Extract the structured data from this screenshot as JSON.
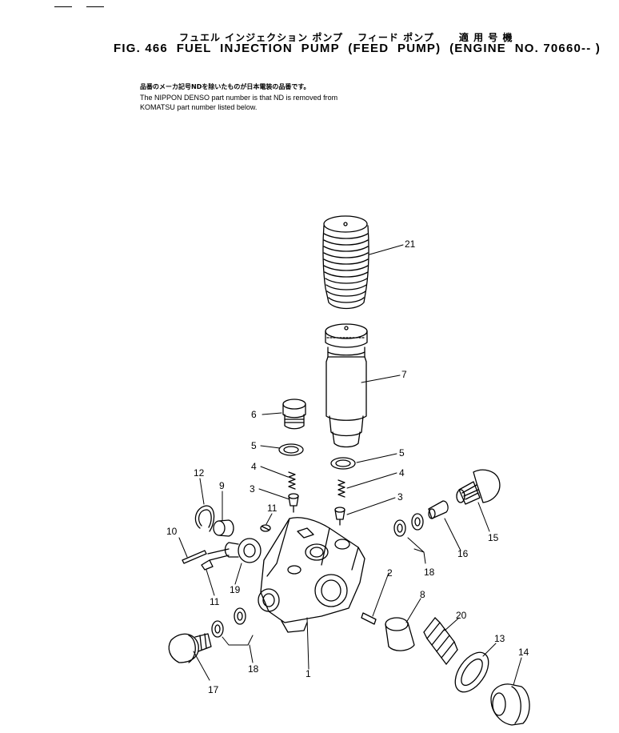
{
  "header": {
    "japanese_title": "フュエル インジェクション ポンプ　 フィード ポンプ　　 適 用 号 機",
    "figure_title": "FIG. 466  FUEL  INJECTION  PUMP  (FEED  PUMP)  (ENGINE  NO. 70660-- )"
  },
  "notes": {
    "japanese": "品番のメーカ記号NDを除いたものが日本電装の品番です。",
    "english_line1": "The NIPPON DENSO part number is that ND is removed from",
    "english_line2": "KOMATSU part number listed below."
  },
  "callouts": [
    {
      "id": "c21",
      "label": "21"
    },
    {
      "id": "c7",
      "label": "7"
    },
    {
      "id": "c6",
      "label": "6"
    },
    {
      "id": "c5a",
      "label": "5"
    },
    {
      "id": "c5b",
      "label": "5"
    },
    {
      "id": "c4a",
      "label": "4"
    },
    {
      "id": "c4b",
      "label": "4"
    },
    {
      "id": "c3a",
      "label": "3"
    },
    {
      "id": "c3b",
      "label": "3"
    },
    {
      "id": "c12",
      "label": "12"
    },
    {
      "id": "c9",
      "label": "9"
    },
    {
      "id": "c11a",
      "label": "11"
    },
    {
      "id": "c10",
      "label": "10"
    },
    {
      "id": "c11b",
      "label": "11"
    },
    {
      "id": "c19",
      "label": "19"
    },
    {
      "id": "c15",
      "label": "15"
    },
    {
      "id": "c16",
      "label": "16"
    },
    {
      "id": "c18a",
      "label": "18"
    },
    {
      "id": "c2",
      "label": "2"
    },
    {
      "id": "c8",
      "label": "8"
    },
    {
      "id": "c20",
      "label": "20"
    },
    {
      "id": "c13",
      "label": "13"
    },
    {
      "id": "c14",
      "label": "14"
    },
    {
      "id": "c18b",
      "label": "18"
    },
    {
      "id": "c1",
      "label": "1"
    },
    {
      "id": "c17",
      "label": "17"
    }
  ]
}
